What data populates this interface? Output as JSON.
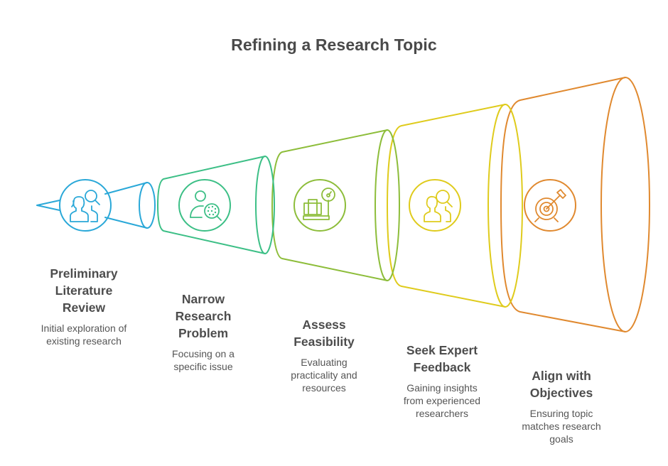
{
  "title": "Refining a Research Topic",
  "stages": [
    {
      "heading_lines": [
        "Preliminary",
        "Literature",
        "Review"
      ],
      "description_lines": [
        "Initial exploration of",
        "existing research"
      ],
      "color": "#2aa8d8",
      "icon": "people-search-icon"
    },
    {
      "heading_lines": [
        "Narrow",
        "Research",
        "Problem"
      ],
      "description_lines": [
        "Focusing on a",
        "specific issue"
      ],
      "color": "#3cbf86",
      "icon": "person-magnifier-icon"
    },
    {
      "heading_lines": [
        "Assess",
        "Feasibility"
      ],
      "description_lines": [
        "Evaluating",
        "practicality and",
        "resources"
      ],
      "color": "#8dbd3a",
      "icon": "luggage-scale-icon"
    },
    {
      "heading_lines": [
        "Seek Expert",
        "Feedback"
      ],
      "description_lines": [
        "Gaining insights",
        "from experienced",
        "researchers"
      ],
      "color": "#dfcb1c",
      "icon": "expert-search-icon"
    },
    {
      "heading_lines": [
        "Align with",
        "Objectives"
      ],
      "description_lines": [
        "Ensuring topic",
        "matches research",
        "goals"
      ],
      "color": "#e0892f",
      "icon": "target-arrow-icon"
    }
  ]
}
